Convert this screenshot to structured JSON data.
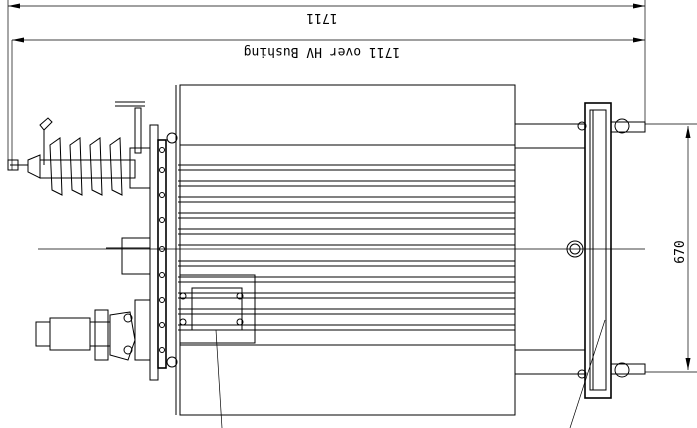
{
  "dimensions": {
    "overall_width": "1711",
    "width_over_bushing": "1711 over HV Bushing",
    "height": "670"
  }
}
